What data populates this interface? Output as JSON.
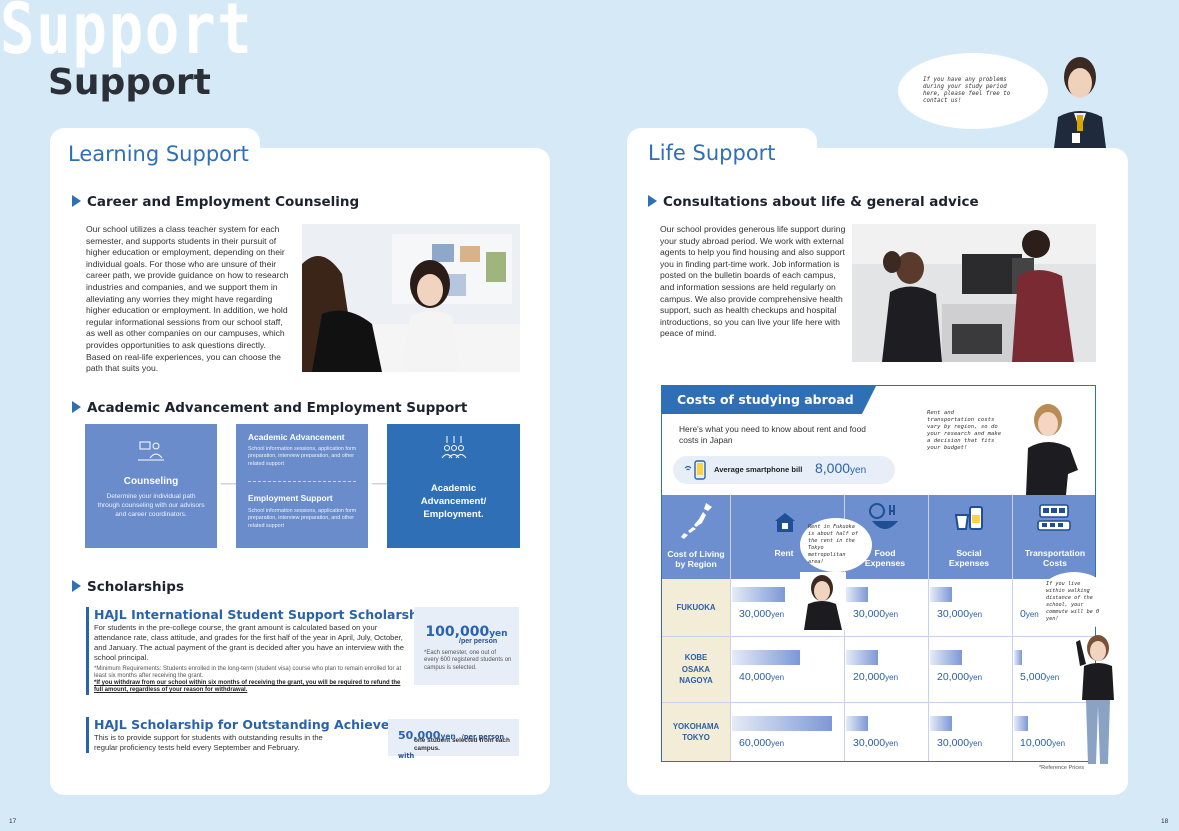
{
  "header": {
    "bg_title": "Support",
    "title": "Support"
  },
  "staff_bubble": "If you have any problems during your study period here, please feel free to contact us!",
  "learning": {
    "title": "Learning Support",
    "career": {
      "heading": "Career and Employment Counseling",
      "text": "Our school utilizes a class teacher system for each semester, and supports students in their pursuit of higher education or employment, depending on their individual goals. For those who are unsure of their career path, we provide guidance on how to research industries and companies, and we support them in alleviating any worries they might have regarding higher education or employment. In addition, we hold regular informational sessions from our school staff, as well as other companies on our campuses, which provides opportunities to ask questions directly. Based on real-life experiences, you can choose the path that suits you."
    },
    "academic": {
      "heading": "Academic Advancement and Employment Support",
      "counseling_title": "Counseling",
      "counseling_text": "Determine your individual path through counseling with our advisors and career coordinators.",
      "adv_title": "Academic Advancement",
      "adv_text": "School information sessions, application form preparation, interview preparation, and other related support",
      "emp_title": "Employment Support",
      "emp_text": "School information sessions, application form preparation, interview preparation, and other related support",
      "result": "Academic Advancement/ Employment."
    },
    "scholarships": {
      "heading": "Scholarships",
      "s1_title": "HAJL International Student Support Scholarship",
      "s1_text": "For students in the pre-college course, the grant amount is calculated based on your attendance rate, class attitude, and grades for the first half of the year in April, July, October, and January. The actual payment of the grant is decided after you have an interview with the school principal.",
      "s1_note1": "*Minimum Requirements: Students enrolled in the long-term (student visa) course who plan to remain enrolled for at least six months after receiving the grant.",
      "s1_note2": "*If you withdraw from our school within six months of receiving the grant, you will be required to refund the full amount, regardless of your reason for withdrawal.",
      "s1_amount": "100,000",
      "s1_unit": "yen",
      "s1_per": "/per person",
      "s1_amount_note": "*Each semester, one out of every 600 registered students on campus is selected.",
      "s2_title": "HAJL Scholarship for Outstanding Achievers",
      "s2_text": "This is to provide support for students with outstanding results in the regular proficiency tests held every September and February.",
      "s2_amount": "50,000",
      "s2_unit": "yen",
      "s2_per": "/per person with",
      "s2_sub": "one student selected from each campus."
    }
  },
  "life": {
    "title": "Life Support",
    "heading": "Consultations about life & general advice",
    "text": "Our school provides generous life support during your study abroad period. We work with external agents to help you find housing and also support you in finding part-time work. Job information is posted on the bulletin boards of each campus, and information sessions are held regularly on campus. We also provide comprehensive health support, such as health checkups and hospital introductions, so you can live your life here with peace of mind."
  },
  "costs": {
    "title": "Costs of studying abroad",
    "intro": "Here's what you need to know about rent and food costs in Japan",
    "smartphone_label": "Average smartphone bill",
    "smartphone_value": "8,000",
    "smartphone_unit": "yen",
    "bubble_region": "Rent and transportation costs vary by region, so do your research and make a decision that fits your budget!",
    "bubble_rent": "Rent in Fukuoka is about half of the rent in the Tokyo metropolitan area!",
    "bubble_transport": "If you live within walking distance of the school, your commute will be 0 yen!",
    "region_header": "Cost of Living by Region",
    "columns": [
      "Rent",
      "Food Expenses",
      "Social Expenses",
      "Transportation Costs"
    ],
    "rows": [
      {
        "region": "FUKUOKA",
        "values": [
          "30,000",
          "30,000",
          "30,000",
          "0"
        ],
        "fill": [
          0.3,
          0.3,
          0.3,
          0
        ]
      },
      {
        "region": "KOBE OSAKA NAGOYA",
        "values": [
          "40,000",
          "20,000",
          "20,000",
          "5,000"
        ],
        "fill": [
          0.4,
          0.2,
          0.2,
          0.05
        ]
      },
      {
        "region": "YOKOHAMA TOKYO",
        "values": [
          "60,000",
          "30,000",
          "30,000",
          "10,000"
        ],
        "fill": [
          0.6,
          0.3,
          0.3,
          0.1
        ]
      }
    ],
    "unit": "yen",
    "note": "*Reference Prices"
  },
  "page_numbers": {
    "left": "17",
    "right": "18"
  }
}
